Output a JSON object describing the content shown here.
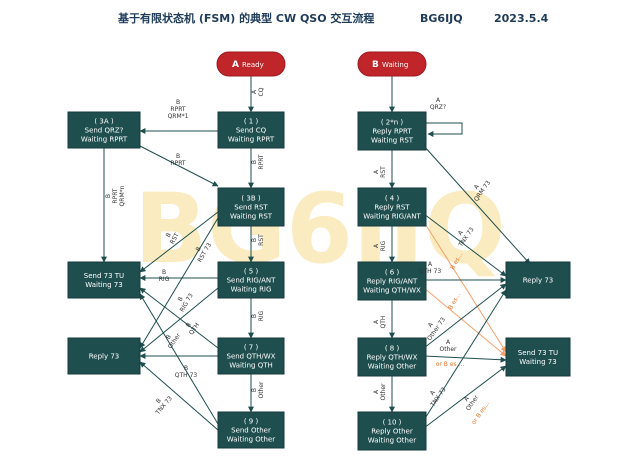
{
  "title": "基于有限状态机 (FSM) 的典型 CW QSO 交互流程",
  "author": "BG6IJQ",
  "date": "2023.5.4",
  "watermark": "BG6IJQ",
  "colors": {
    "node": "#1f4e4f",
    "start": "#c0252a",
    "watermark": "#f2c94c",
    "highlight": "#e8772e"
  },
  "starts": {
    "a": {
      "letter": "A",
      "label": "Ready"
    },
    "b": {
      "letter": "B",
      "label": "Waiting"
    }
  },
  "nodes": {
    "n3a": [
      "( 3A )",
      "Send QRZ?",
      "Waiting RPRT"
    ],
    "n1": [
      "( 1 )",
      "Send CQ",
      "Waiting RPRT"
    ],
    "n3b": [
      "( 3B )",
      "Send RST",
      "Waiting RST"
    ],
    "send73": [
      "Send 73 TU",
      "Waiting 73"
    ],
    "n5": [
      "( 5 )",
      "Send RIG/ANT",
      "Waiting RIG"
    ],
    "reply73l": [
      "Reply 73"
    ],
    "n7": [
      "( 7 )",
      "Send QTH/WX",
      "Waiting QTH"
    ],
    "n9": [
      "( 9 )",
      "Send Other",
      "Waiting Other"
    ],
    "n2": [
      "( 2*n )",
      "Reply RPRT",
      "Waiting RST"
    ],
    "n4": [
      "( 4 )",
      "Reply RST",
      "Waiting RIG/ANT"
    ],
    "n6": [
      "( 6 )",
      "Reply RIG/ANT",
      "Waiting QTH/WX"
    ],
    "n8": [
      "( 8 )",
      "Reply QTH/WX",
      "Waiting Other"
    ],
    "n10": [
      "( 10 )",
      "Reply Other",
      "Waiting Other"
    ],
    "reply73r": [
      "Reply 73"
    ],
    "send73r": [
      "Send 73 TU",
      "Waiting 73"
    ]
  },
  "edge_labels": {
    "a_cq": [
      "A",
      "CQ"
    ],
    "b_rprt_top": [
      "B",
      "RPRT",
      "QRM*1"
    ],
    "b_rprt_1": [
      "B",
      "RPRT"
    ],
    "b_rprt_mid": [
      "B",
      "RPRT"
    ],
    "b_rprt_qrm": [
      "B",
      "RPRT",
      "QRM*n"
    ],
    "b_rst": [
      "B",
      "RST"
    ],
    "b_rst_73": [
      "B",
      "RST 73"
    ],
    "b_rst_d": [
      "B",
      "RST"
    ],
    "b_rig": [
      "B",
      "RIG"
    ],
    "b_rig73": [
      "B",
      "RIG 73"
    ],
    "b_rig_d": [
      "B",
      "RIG"
    ],
    "b_qth": [
      "B",
      "QTH"
    ],
    "b_other": [
      "B",
      "Other"
    ],
    "b_qth73": [
      "B",
      "QTH 73"
    ],
    "b_other_d": [
      "B",
      "Other"
    ],
    "b_tnx73": [
      "B",
      "TNX 73"
    ],
    "a_qrz": [
      "A",
      "QRZ?"
    ],
    "a_rst": [
      "A",
      "RST"
    ],
    "a_qrm73": [
      "A",
      "QRM 73"
    ],
    "a_rig": [
      "A",
      "RIG"
    ],
    "a_tnx73": [
      "A",
      "TNX 73"
    ],
    "a_qth73": [
      "A",
      "QTH 73"
    ],
    "a_qth": [
      "A",
      "QTH"
    ],
    "a_other73": [
      "A",
      "Other 73"
    ],
    "a_other": [
      "A",
      "Other"
    ],
    "a_other_d": [
      "A",
      "Other"
    ],
    "a_tnx73_b": [
      "A",
      "TNX 73"
    ],
    "a_other_b": [
      "A",
      "Other"
    ]
  },
  "orange_labels": {
    "b_es1": "B es...",
    "b_es2": "B es...",
    "or_b_es": "or B es ...",
    "or_b_es2": "or B es..."
  }
}
